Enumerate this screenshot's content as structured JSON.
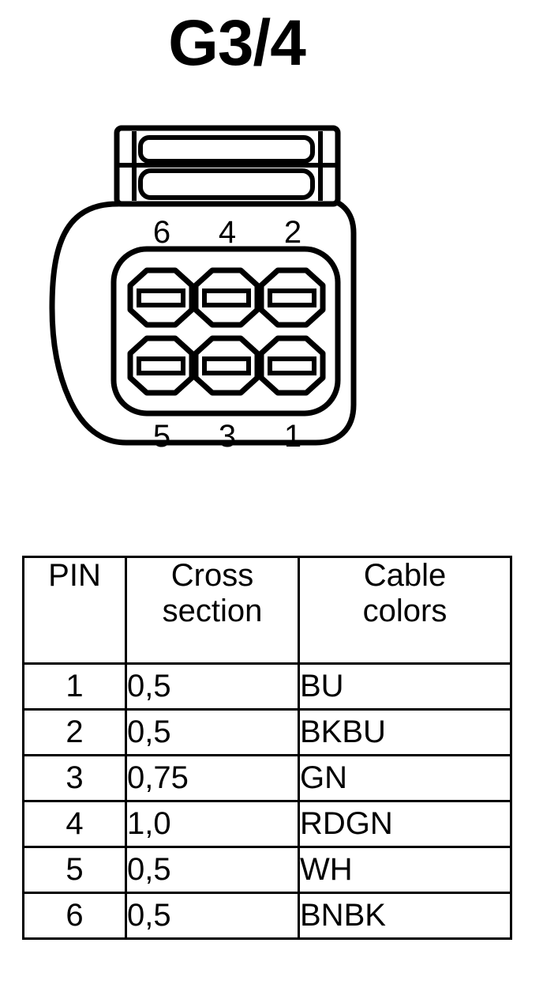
{
  "title": "G3/4",
  "connector": {
    "name": "6-pin connector face view",
    "latch_name": "connector-latch",
    "body_name": "connector-body",
    "cavity_frame_name": "pin-cavity-frame",
    "top_row_labels": [
      "6",
      "4",
      "2"
    ],
    "bottom_row_labels": [
      "5",
      "3",
      "1"
    ],
    "pin_count": 6,
    "stroke_color": "#000000",
    "fill_color": "#ffffff"
  },
  "table": {
    "headers": {
      "pin": "PIN",
      "cross_section_line1": "Cross",
      "cross_section_line2": "section",
      "cable_colors_line1": "Cable",
      "cable_colors_line2": "colors"
    },
    "rows": [
      {
        "pin": "1",
        "cross_section": "0,5",
        "cable_color": "BU"
      },
      {
        "pin": "2",
        "cross_section": "0,5",
        "cable_color": "BKBU"
      },
      {
        "pin": "3",
        "cross_section": "0,75",
        "cable_color": "GN"
      },
      {
        "pin": "4",
        "cross_section": "1,0",
        "cable_color": "RDGN"
      },
      {
        "pin": "5",
        "cross_section": "0,5",
        "cable_color": "WH"
      },
      {
        "pin": "6",
        "cross_section": "0,5",
        "cable_color": "BNBK"
      }
    ]
  }
}
